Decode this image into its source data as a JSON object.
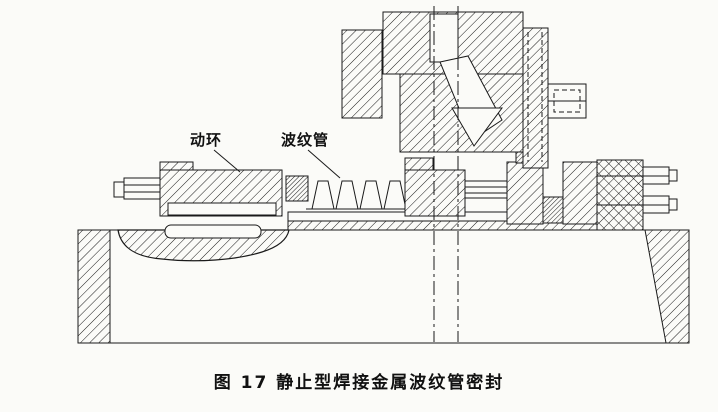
{
  "figure": {
    "caption": "图 17  静止型焊接金属波纹管密封",
    "labels": {
      "moving_ring": "动环",
      "bellows": "波纹管"
    },
    "colors": {
      "ink": "#1a1a1a",
      "background": "#fbfbf8"
    }
  }
}
